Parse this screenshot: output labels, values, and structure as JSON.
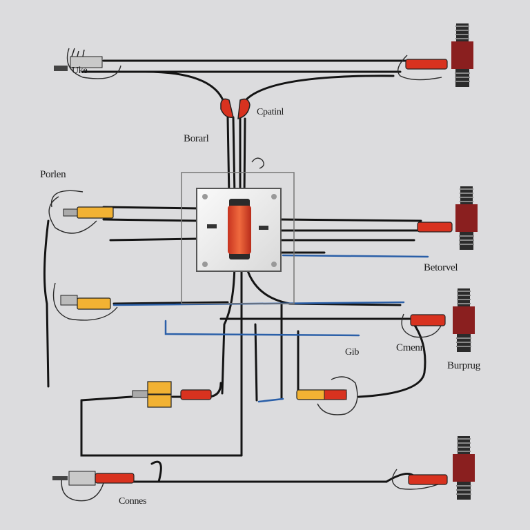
{
  "labels": {
    "top_left_tag": "Uke",
    "capsule": "Cpatinl",
    "top_center": "Borarl",
    "left_upper": "Porlen",
    "right_middle": "Betorvel",
    "small_tag": "Gib",
    "right_lower_a": "Cmenn",
    "right_lower_b": "Burprug",
    "bottom": "Connes"
  },
  "colors": {
    "background": "#dcdcde",
    "wire": "#141414",
    "blue_wire": "#2a5fa8",
    "relay_core": "#e8452a",
    "plug_body": "#8a1f1f",
    "fuse_yellow": "#f2b233",
    "connector_red": "#d8321f"
  },
  "icons": [
    "spark-plug-icon",
    "relay-icon",
    "fuse-icon",
    "connector-icon",
    "capsule-icon"
  ]
}
